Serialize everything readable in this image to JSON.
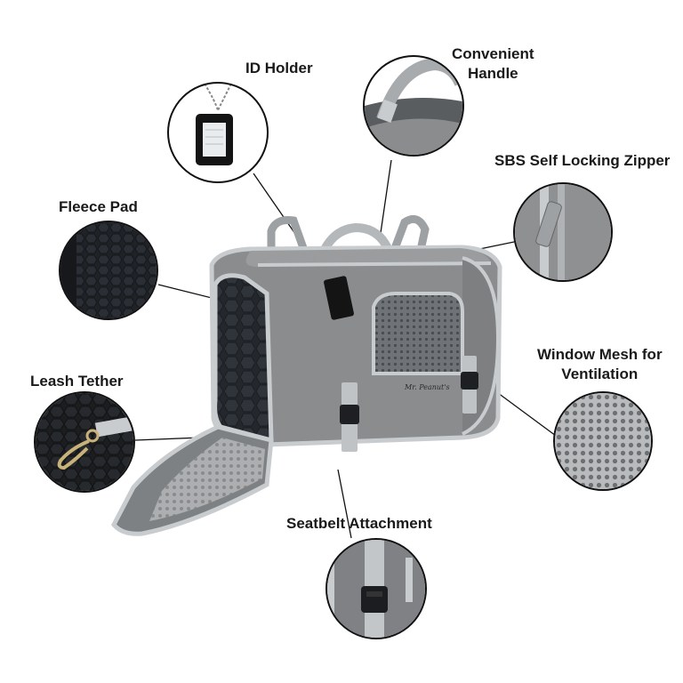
{
  "labels": {
    "id_holder": "ID Holder",
    "handle_line1": "Convenient",
    "handle_line2": "Handle",
    "zipper": "SBS Self Locking Zipper",
    "fleece": "Fleece Pad",
    "window_line1": "Window Mesh for",
    "window_line2": "Ventilation",
    "leash": "Leash Tether",
    "seatbelt": "Seatbelt Attachment"
  },
  "product": {
    "brand_mark": "Mr. Peanut's"
  },
  "colors": {
    "fabric": "#8a8c8e",
    "fabric_dark": "#6e7072",
    "trim": "#c9ccce",
    "mesh": "#2b2e33",
    "text": "#1a1a1a"
  }
}
